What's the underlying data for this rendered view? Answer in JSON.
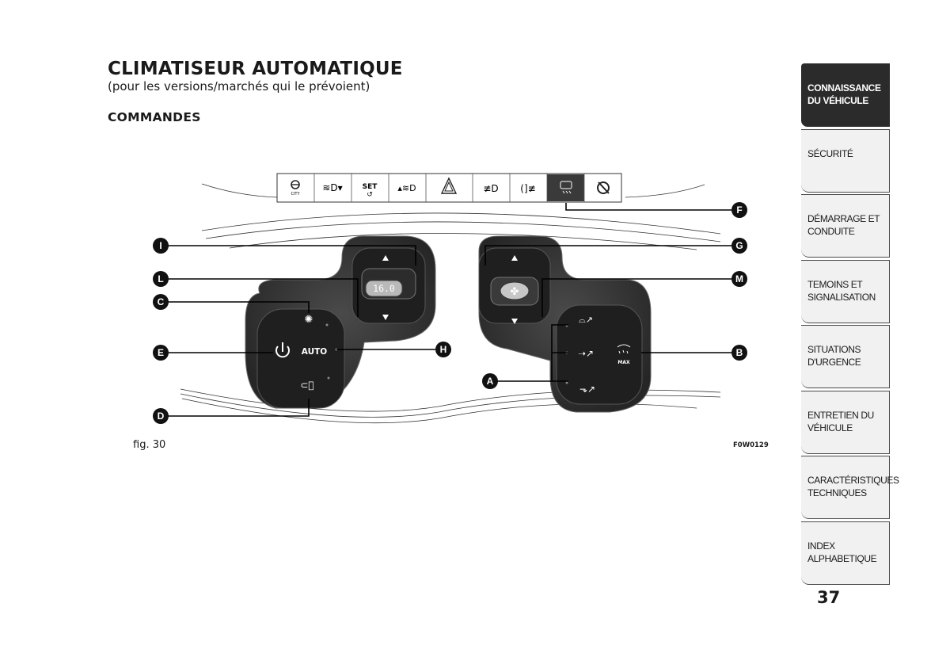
{
  "header": {
    "title": "CLIMATISEUR AUTOMATIQUE",
    "subtitle": "(pour les versions/marchés qui le prévoient)",
    "section": "COMMANDES"
  },
  "figure": {
    "caption": "fig. 30",
    "code": "F0W0129",
    "display_value": "16.0",
    "auto_label": "AUTO",
    "max_label": "MAX",
    "switch_labels": {
      "city": "CITY",
      "set": "SET"
    },
    "callouts": [
      "A",
      "B",
      "C",
      "D",
      "E",
      "F",
      "G",
      "H",
      "I",
      "L",
      "M"
    ]
  },
  "sidebar": {
    "items": [
      {
        "label": "CONNAISSANCE DU VÉHICULE",
        "active": true
      },
      {
        "label": "SÉCURITÉ",
        "active": false
      },
      {
        "label": "DÉMARRAGE ET CONDUITE",
        "active": false
      },
      {
        "label": "TEMOINS ET SIGNALISATION",
        "active": false
      },
      {
        "label": "SITUATIONS D'URGENCE",
        "active": false
      },
      {
        "label": "ENTRETIEN DU VÉHICULE",
        "active": false
      },
      {
        "label": "CARACTÉRISTIQUES TECHNIQUES",
        "active": false
      },
      {
        "label": "INDEX ALPHABETIQUE",
        "active": false
      }
    ]
  },
  "page_number": "37",
  "colors": {
    "knob": "#2a2a2a",
    "knob_rim": "#3d3d3d",
    "active_tab": "#2b2b2b",
    "tab": "#f1f1f1"
  }
}
